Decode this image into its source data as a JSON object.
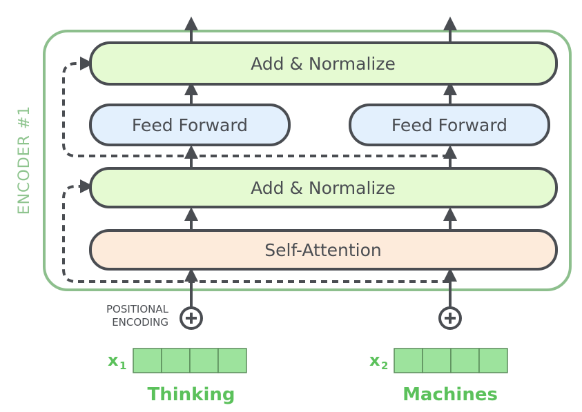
{
  "encoder": {
    "label": "ENCODER #1",
    "border_color": "#8dbf8d"
  },
  "blocks": {
    "add_normalize_top": "Add & Normalize",
    "feed_forward_left": "Feed Forward",
    "feed_forward_right": "Feed Forward",
    "add_normalize_bottom": "Add & Normalize",
    "self_attention": "Self-Attention"
  },
  "positional_encoding": {
    "line1": "POSITIONAL",
    "line2": "ENCODING"
  },
  "inputs": [
    {
      "symbol": "x",
      "subscript": "1",
      "word": "Thinking",
      "cells": 4
    },
    {
      "symbol": "x",
      "subscript": "2",
      "word": "Machines",
      "cells": 4
    }
  ],
  "colors": {
    "add_normalize_fill": "#e5fad2",
    "feed_forward_fill": "#e3f0fd",
    "self_attention_fill": "#fdebdb",
    "box_stroke": "#4a4d52",
    "input_cell_fill": "#9de39d",
    "input_cell_stroke": "#5a8a5a",
    "accent_green": "#5bc15b"
  }
}
